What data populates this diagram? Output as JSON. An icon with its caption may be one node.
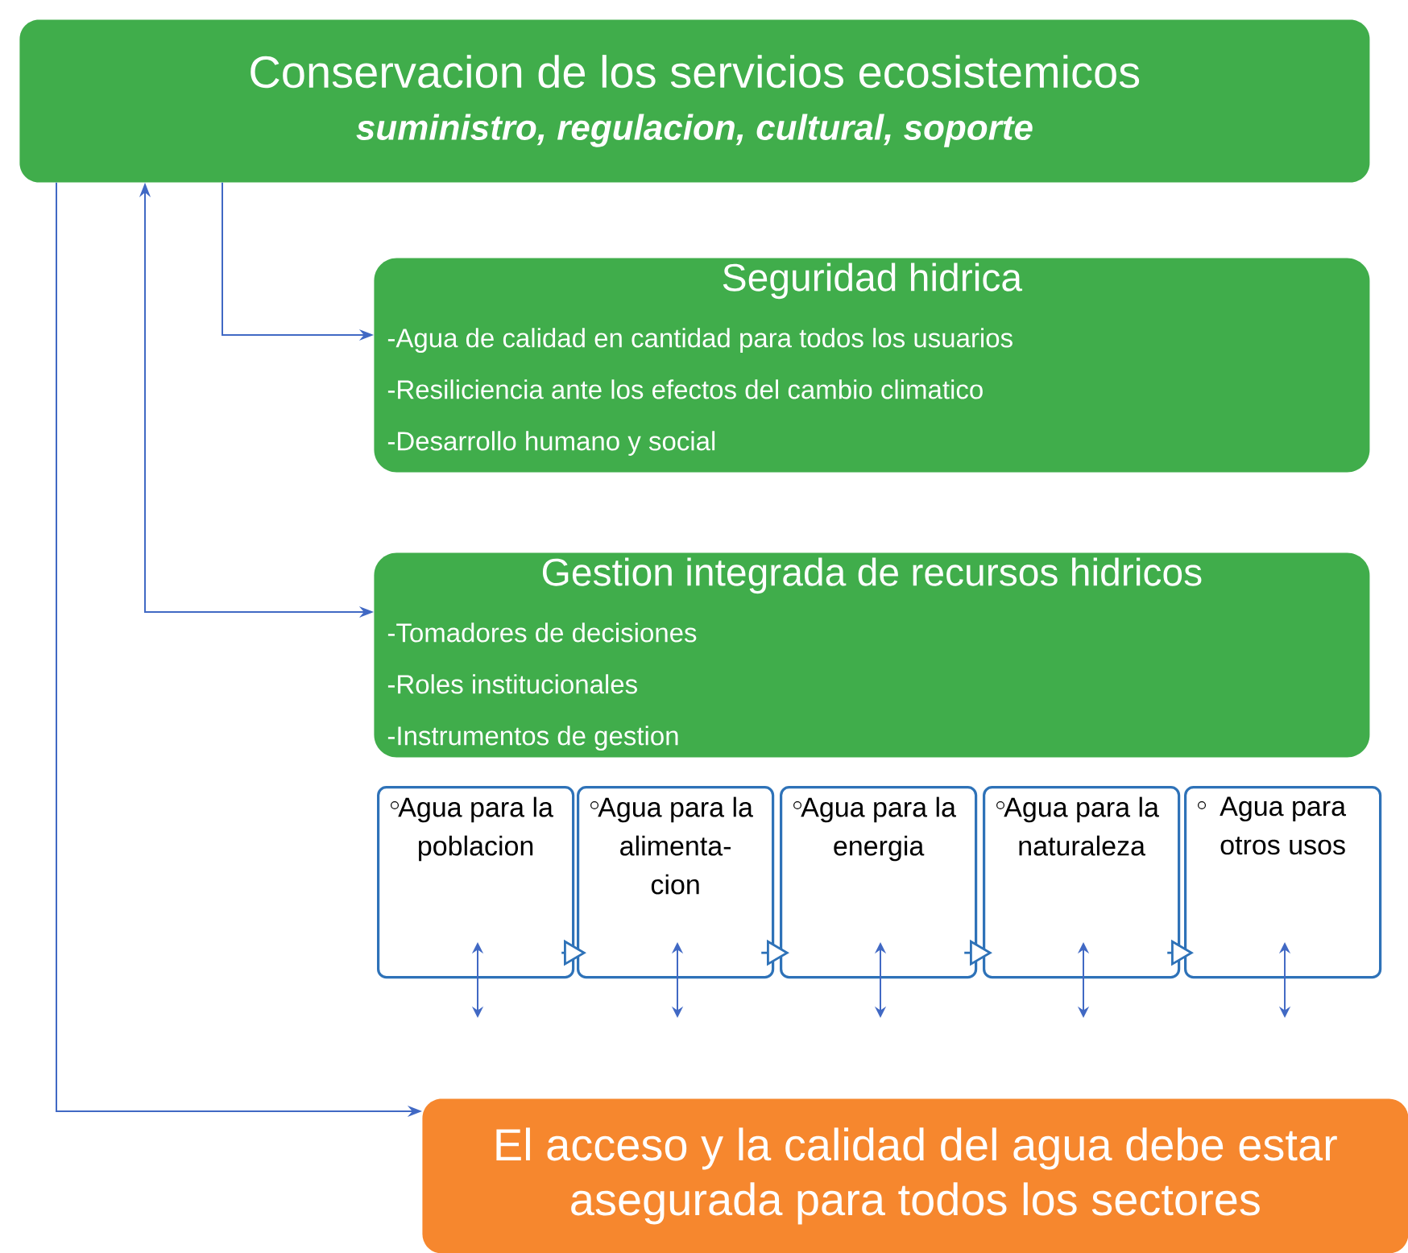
{
  "diagram": {
    "nodes": [
      {
        "text": [
          "Conservacion de los servicios ecosistemicos",
          "suministro, regulacion, cultural, soporte"
        ]
      },
      {
        "text": [
          "Seguridad hidrica",
          "-Agua de calidad en cantidad para todos los usuarios",
          "-Resiliciencia ante los efectos del cambio climatico",
          "-Desarrollo humano y social"
        ]
      },
      {
        "text": [
          "Gestion integrada de recursos hidricos",
          "-Tomadores de decisiones",
          "-Roles institucionales",
          "-Instrumentos de gestion"
        ]
      },
      {
        "text": [
          "Agua para la poblacion"
        ]
      },
      {
        "text": [
          "Agua para la alimenta-cion"
        ]
      },
      {
        "text": [
          "Agua para la energia"
        ]
      },
      {
        "text": [
          "Agua para la naturaleza"
        ]
      },
      {
        "text": [
          "Agua para otros usos"
        ]
      },
      {
        "text": [
          "El acceso y la calidad del agua debe estar asegurada para todos los sectores"
        ]
      }
    ],
    "edges": [
      {
        "from": 0,
        "to": 1,
        "arrow": "to"
      },
      {
        "from": 0,
        "to": 2,
        "arrow": "both"
      },
      {
        "from": 0,
        "to": 8,
        "arrow": "to"
      },
      {
        "from": 3,
        "to": 4,
        "arrow": "to"
      },
      {
        "from": 4,
        "to": 5,
        "arrow": "to"
      },
      {
        "from": 5,
        "to": 6,
        "arrow": "to"
      },
      {
        "from": 6,
        "to": 7,
        "arrow": "to"
      }
    ]
  }
}
